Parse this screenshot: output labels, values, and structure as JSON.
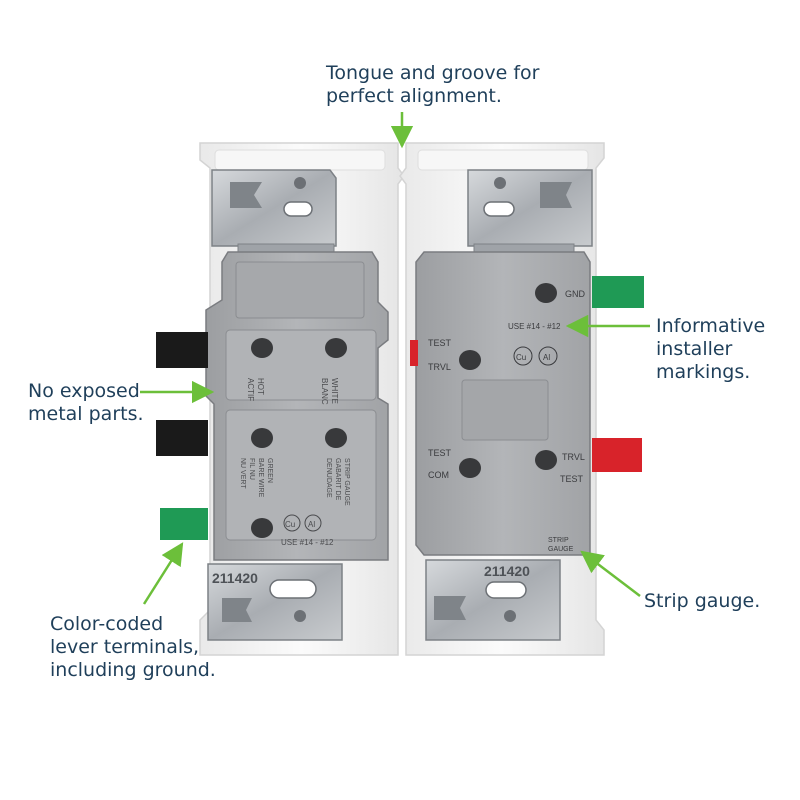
{
  "colors": {
    "arrow": "#6cbf3a",
    "callout_text": "#1f3f5a",
    "housing": "#a9aaad",
    "frame": "#f1f1f1",
    "terminal_black": "#1a1a1a",
    "terminal_green": "#1f9a55",
    "terminal_red": "#d8232a",
    "strap_metal": "#b8bcc0"
  },
  "callouts": {
    "tongue_groove": [
      "Tongue and groove for",
      "perfect alignment."
    ],
    "no_exposed": [
      "No exposed",
      "metal parts."
    ],
    "color_coded": [
      "Color-coded",
      "lever terminals,",
      "including ground."
    ],
    "informative": [
      "Informative",
      "installer",
      "markings."
    ],
    "strip_gauge": [
      "Strip gauge."
    ]
  },
  "device_markings": {
    "left": {
      "hot": "HOT",
      "actif": "ACTIF",
      "white": "WHITE",
      "blanc": "BLANC",
      "green_wire": "GREEN",
      "bare_wire": "BARE WIRE",
      "fil_nu": "FIL NU",
      "nu_vert": "NU VERT",
      "strip_gauge": "STRIP GAUGE",
      "gabarit": "GABARIT DE",
      "denudage": "DENUDAGE",
      "use_rating": "USE #14 - #12",
      "cu": "Cu",
      "al": "Al",
      "strap_code": "211420"
    },
    "right": {
      "gnd": "GND",
      "use_rating": "USE #14 - #12",
      "test_1": "TEST",
      "trvl_1": "TRVL",
      "test_2": "TEST",
      "com": "COM",
      "trvl_2": "TRVL",
      "test_3": "TEST",
      "cu": "Cu",
      "al": "Al",
      "strip": "STRIP",
      "gauge": "GAUGE",
      "strap_code": "211420"
    }
  }
}
